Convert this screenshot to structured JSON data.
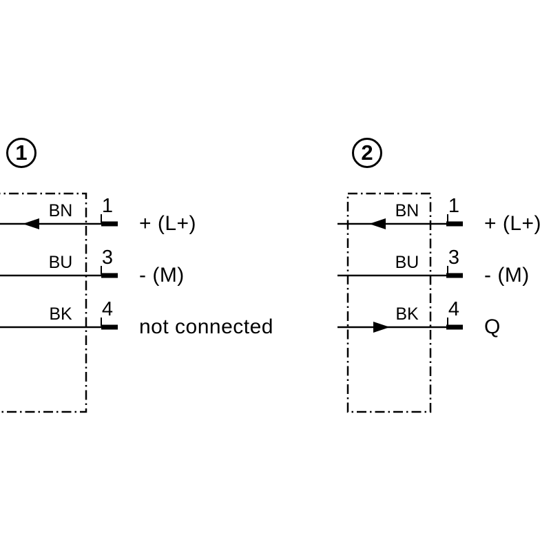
{
  "figure": {
    "type": "wiring-connection-diagram",
    "background": "#ffffff",
    "line_color": "#000000"
  },
  "diagrams": [
    {
      "badge": "1",
      "wires": [
        {
          "color_code": "BN",
          "pin": "1",
          "signal": "+ (L+)",
          "arrow": "left"
        },
        {
          "color_code": "BU",
          "pin": "3",
          "signal": "- (M)",
          "arrow": "none"
        },
        {
          "color_code": "BK",
          "pin": "4",
          "signal": "not connected",
          "arrow": "none"
        }
      ]
    },
    {
      "badge": "2",
      "wires": [
        {
          "color_code": "BN",
          "pin": "1",
          "signal": "+ (L+)",
          "arrow": "left"
        },
        {
          "color_code": "BU",
          "pin": "3",
          "signal": "- (M)",
          "arrow": "none"
        },
        {
          "color_code": "BK",
          "pin": "4",
          "signal": "Q",
          "arrow": "right"
        }
      ]
    }
  ]
}
